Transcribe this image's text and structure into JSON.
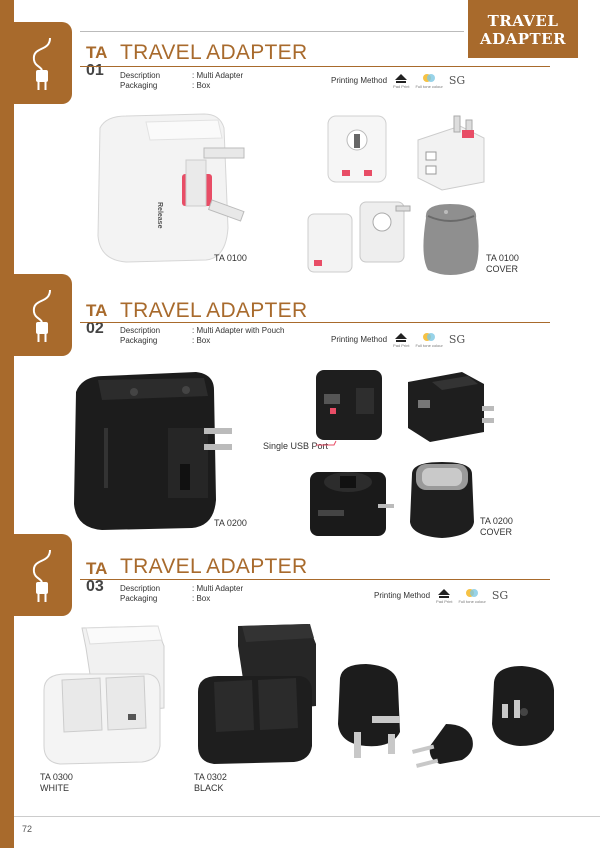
{
  "brand": {
    "line1": "TRAVEL",
    "line2": "ADAPTER"
  },
  "sections": [
    {
      "code": "TA",
      "num": "01",
      "title": "TRAVEL ADAPTER",
      "description_label": "Description",
      "description_value": ": Multi Adapter",
      "packaging_label": "Packaging",
      "packaging_value": ": Box",
      "printing_label": "Printing Method",
      "pad_label": "Pad Print",
      "full_label": "Full tone colour",
      "sg_label": "SG",
      "captions": {
        "main": "TA 0100",
        "cover_code": "TA 0100",
        "cover_label": "COVER"
      }
    },
    {
      "code": "TA",
      "num": "02",
      "title": "TRAVEL ADAPTER",
      "description_label": "Description",
      "description_value": ": Multi Adapter with Pouch",
      "packaging_label": "Packaging",
      "packaging_value": ": Box",
      "printing_label": "Printing Method",
      "pad_label": "Pad Print",
      "full_label": "Full tone colour",
      "sg_label": "SG",
      "captions": {
        "main": "TA 0200",
        "cover_code": "TA 0200",
        "cover_label": "COVER",
        "usb": "Single USB Port"
      }
    },
    {
      "code": "TA",
      "num": "03",
      "title": "TRAVEL ADAPTER",
      "description_label": "Description",
      "description_value": ": Multi Adapter",
      "packaging_label": "Packaging",
      "packaging_value": ": Box",
      "printing_label": "Printing Method",
      "pad_label": "Pad Print",
      "full_label": "Full tone colour",
      "sg_label": "SG",
      "captions": {
        "white_code": "TA 0300",
        "white_label": "WHITE",
        "black_code": "TA 0302",
        "black_label": "BLACK"
      }
    }
  ],
  "product_text": {
    "release": "Release"
  },
  "page_number": "72",
  "colors": {
    "accent": "#a86a2c"
  }
}
